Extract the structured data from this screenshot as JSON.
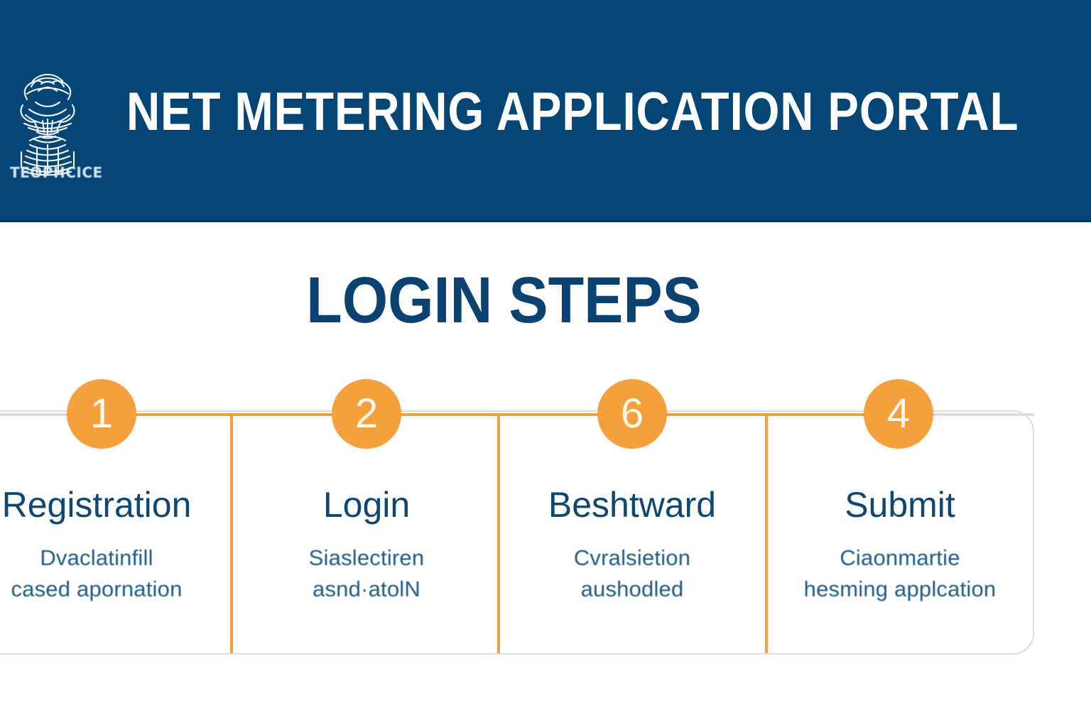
{
  "header": {
    "title": "NET METERING APPLICATION PORTAL",
    "emblem_icon": "national-emblem-icon",
    "emblem_caption": "TEOPHCICE",
    "background_color": "#064677"
  },
  "section": {
    "heading": "LOGIN STEPS",
    "heading_color": "#0c4272"
  },
  "steps": {
    "accent_color": "#f4a03c",
    "items": [
      {
        "number": "1",
        "title": "Registration",
        "desc_line1": "Dvaclatinfill",
        "desc_line2": "cased apornation"
      },
      {
        "number": "2",
        "title": "Login",
        "desc_line1": "Siaslectiren",
        "desc_line2": "asnd·atolN"
      },
      {
        "number": "6",
        "title": "Beshtward",
        "desc_line1": "Cvralsietion",
        "desc_line2": "aushodled"
      },
      {
        "number": "4",
        "title": "Submit",
        "desc_line1": "Ciaonmartie",
        "desc_line2": "hesming applcation"
      }
    ]
  }
}
